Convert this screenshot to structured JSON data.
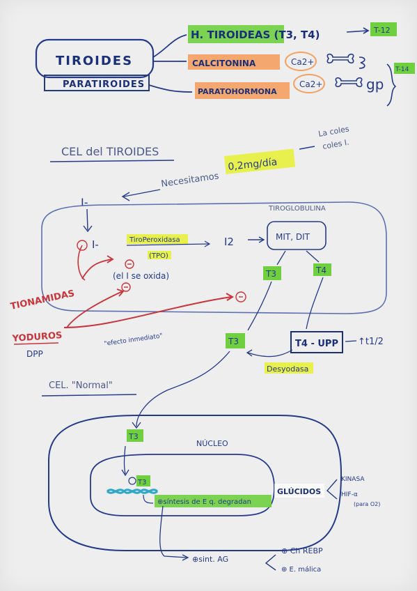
{
  "top": {
    "box_main": "TIROIDES",
    "box_sub": "PARATIROIDES",
    "h_tiroideas": "H. TIROIDEAS (T3, T4)",
    "t12_badge": "T-12",
    "calcitonina": "CALCITONINA",
    "ca_label_1": "Ca2+",
    "paratohormona": "PARATOHORMONA",
    "ca_label_2": "Ca2+",
    "gp": "gp",
    "t14_badge": "T-14"
  },
  "cel_tiroides": {
    "title": "CEL del TIROIDES",
    "iodide_out": "I-",
    "necesitamos": "Necesitamos",
    "dose": "0,2mg/día",
    "la_coles": "La coles",
    "coles_line2": "coles I.",
    "tiroglobulina": "TIROGLOBULINA",
    "iodide_in": "I-",
    "tpo": "TiroPeroxidasa",
    "tpo_abbr": "(TPO)",
    "oxidation": "(el I se oxida)",
    "i2": "I2",
    "mit_dit": "MIT, DIT",
    "t3": "T3",
    "t4": "T4",
    "t3_out": "T3",
    "t4_upp": "T4 - UPP",
    "t_half": "↑t1/2",
    "desyodasa": "Desyodasa",
    "tionamidas": "TIONAMIDAS",
    "yoduros": "YODUROS",
    "dpp": "DPP",
    "efecto": "\"efecto inmediato\""
  },
  "cel_normal": {
    "title": "CEL. \"Normal\"",
    "t3_enter": "T3",
    "nucleo": "NÚCLEO",
    "t3_nuc": "T3",
    "sintesis_enz": "⊕síntesis de E q. degradan",
    "glucidos": "GLÚCIDOS",
    "kinasa": "KINASA",
    "hif": "HIF-α",
    "para_o2": "(para O2)",
    "sint_ag": "⊕sint. AG",
    "chrebp": "⊕ Ch REBP",
    "emalic": "⊕ E. málica"
  },
  "colors": {
    "ink": "#233a8a",
    "red": "#c8343a",
    "green": "#6fcf3f",
    "orange": "#f4a060",
    "yellow": "#e6f03a",
    "teal": "#2fa8c8"
  }
}
